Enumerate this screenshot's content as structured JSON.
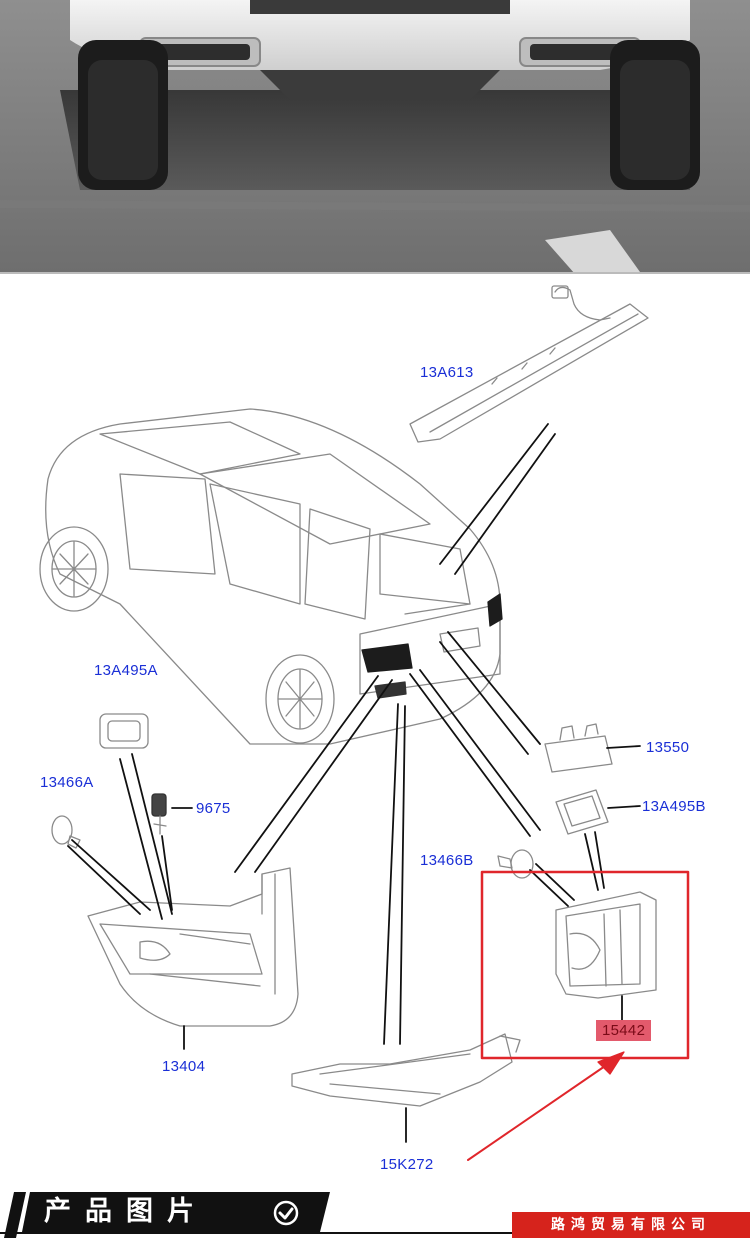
{
  "photo": {
    "subject": "vehicle-rear-underside-photo"
  },
  "diagram": {
    "parts": [
      {
        "id": "p1",
        "label": "13A613"
      },
      {
        "id": "p2",
        "label": "13A495A"
      },
      {
        "id": "p3",
        "label": "13466A"
      },
      {
        "id": "p4",
        "label": "9675"
      },
      {
        "id": "p5",
        "label": "13550"
      },
      {
        "id": "p6",
        "label": "13A495B"
      },
      {
        "id": "p7",
        "label": "13466B"
      },
      {
        "id": "p8",
        "label": "13404"
      },
      {
        "id": "p9",
        "label": "15442"
      },
      {
        "id": "p10",
        "label": "15K272"
      }
    ],
    "highlight_color": "#e0262b",
    "arrow_color": "#e0262b",
    "label_color": "#1a2fd6"
  },
  "footer": {
    "section_title": "产品图片",
    "section_icon": "check-circle-icon",
    "company": "路鸿贸易有限公司",
    "company_bg": "#d6231c"
  }
}
